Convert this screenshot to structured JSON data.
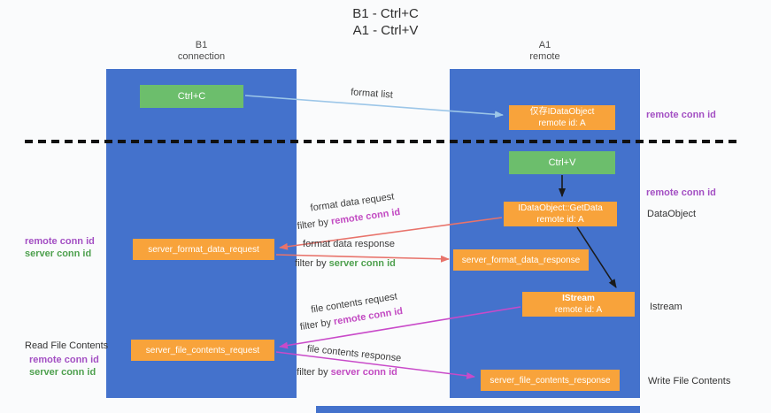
{
  "title": {
    "line1": "B1 - Ctrl+C",
    "line2": "A1 - Ctrl+V"
  },
  "columns": {
    "left": {
      "name": "B1",
      "subtitle": "connection"
    },
    "right": {
      "name": "A1",
      "subtitle": "remote"
    }
  },
  "nodes": {
    "ctrl_c": "Ctrl+C",
    "ctrl_v": "Ctrl+V",
    "clipboard_stub": {
      "line1": "仅存IDataObject",
      "line2": "remote id: A"
    },
    "getdata": {
      "line1": "IDataObject::GetData",
      "line2": "remote id: A"
    },
    "istream": {
      "line1": "IStream",
      "line2": "remote id: A"
    },
    "format_request": "server_format_data_request",
    "format_response": "server_format_data_response",
    "file_request": "server_file_contents_request",
    "file_response": "server_file_contents_response"
  },
  "side_labels": {
    "right_remote_conn_top": "remote conn id",
    "right_remote_conn_mid": "remote conn id",
    "dataobject": "DataObject",
    "istream": "Istream",
    "write_file": "Write File Contents",
    "left_remote_conn_1": "remote conn id",
    "left_server_conn_1": "server conn id",
    "read_file": "Read File Contents",
    "left_remote_conn_2": "remote conn id",
    "left_server_conn_2": "server conn id"
  },
  "arrow_labels": {
    "format_list": "format list",
    "format_data_request": "format data request",
    "filter_by_1": "filter by ",
    "filter_target_1": "remote conn id",
    "format_data_response": "format data response",
    "filter_by_2": "filter by ",
    "filter_target_2": "server conn id",
    "file_contents_request": "file contents request",
    "filter_by_3": "filter by ",
    "filter_target_3": "remote conn id",
    "file_contents_response": "file contents response",
    "filter_by_4": "filter by ",
    "filter_target_4": "server conn id"
  },
  "colors": {
    "column_blue": "#4472cc",
    "box_orange": "#f8a33b",
    "box_green": "#6cbe6c",
    "arrow_red": "#e8736b",
    "arrow_blue": "#9cc6e8",
    "arrow_magenta": "#c94ac9",
    "purple_id": "#a34fc3",
    "green_id": "#4ea04e",
    "magenta_id": "#c24ac2"
  }
}
